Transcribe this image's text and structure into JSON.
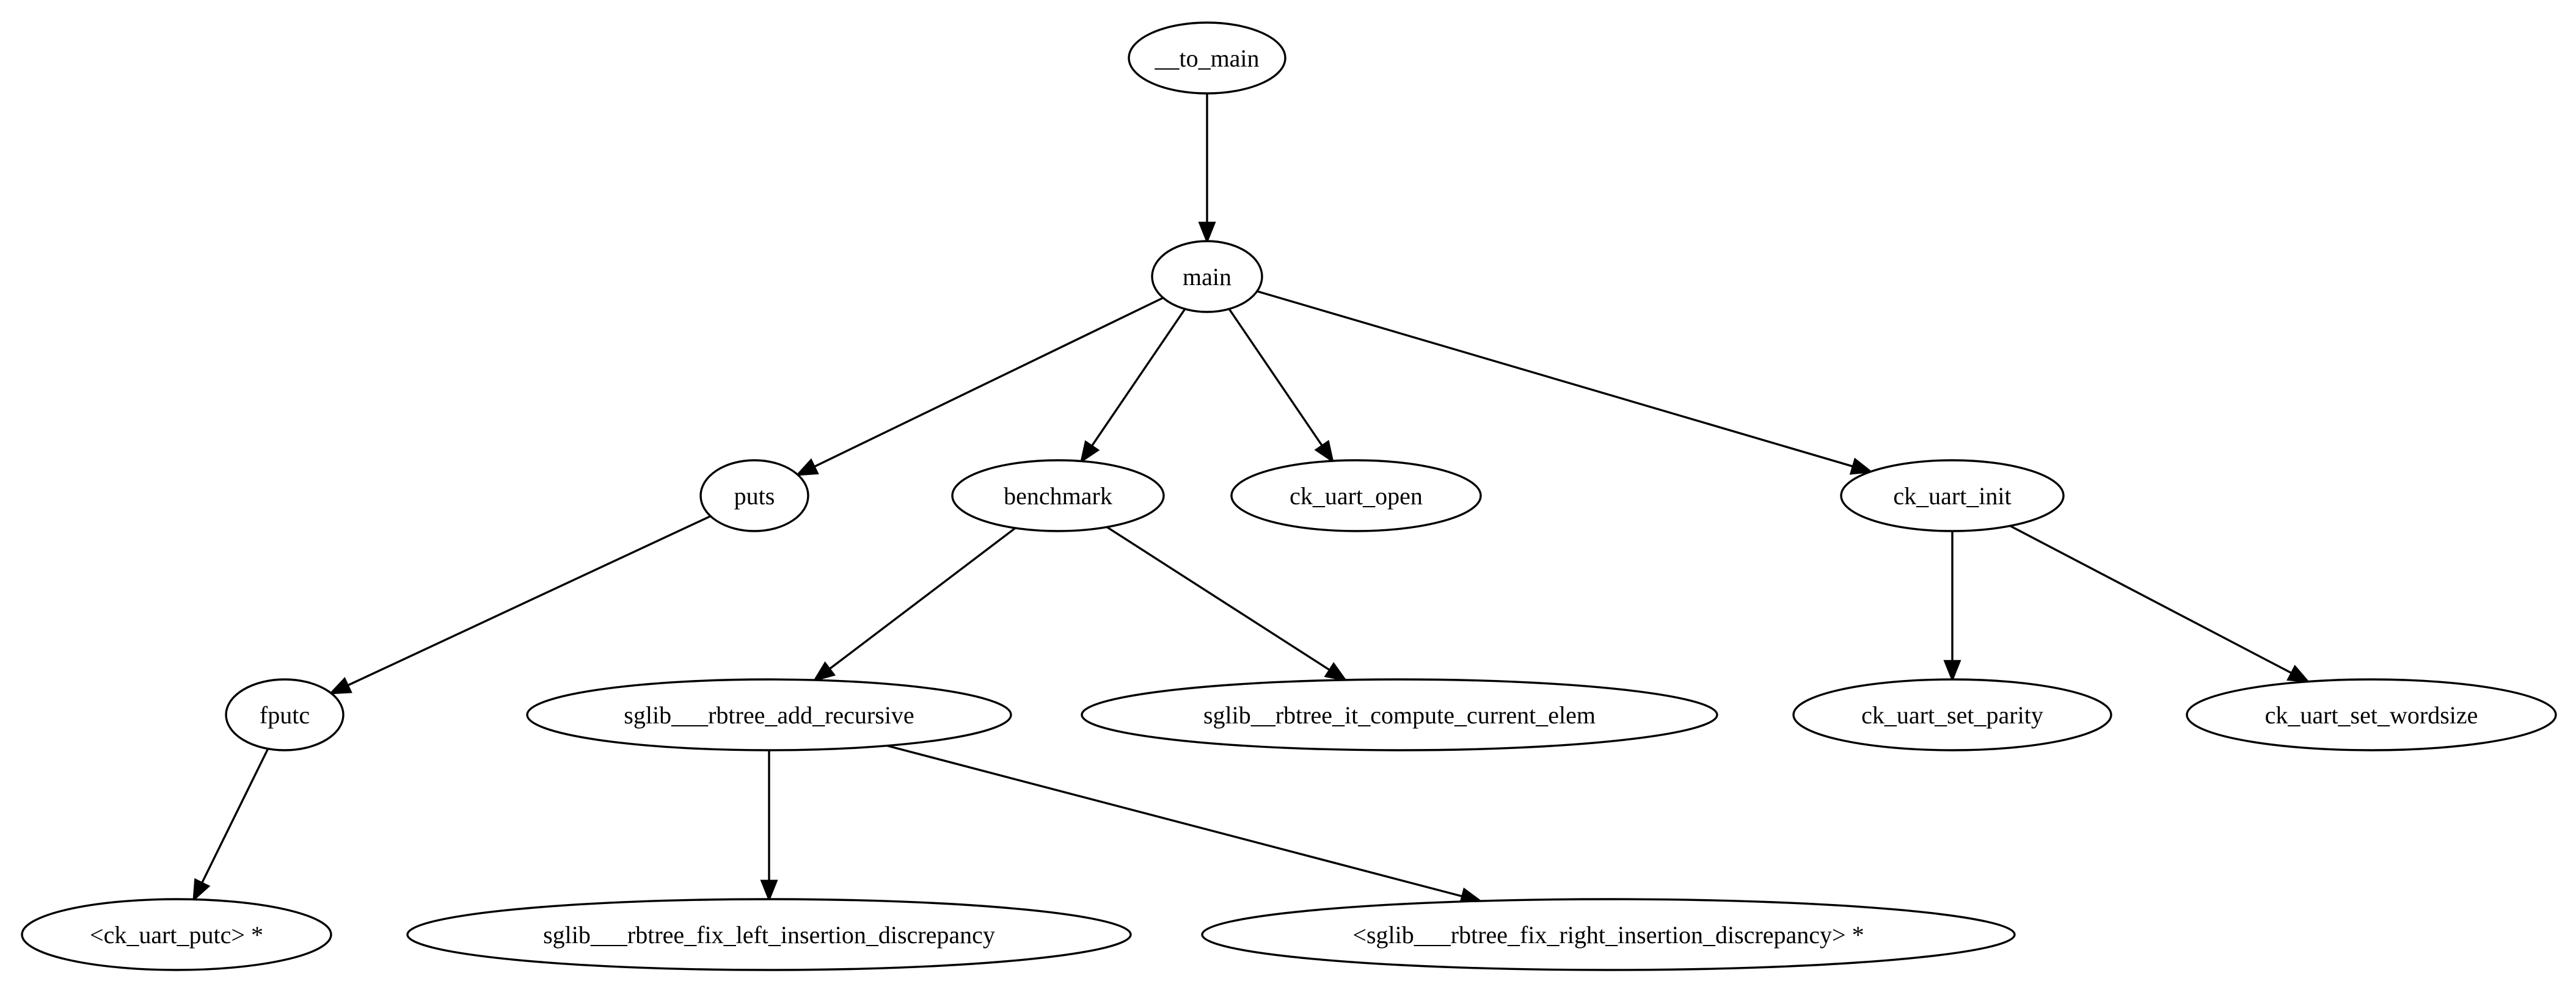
{
  "graph": {
    "nodes": [
      {
        "id": "to_main",
        "label": "__to_main"
      },
      {
        "id": "main",
        "label": "main"
      },
      {
        "id": "puts",
        "label": "puts"
      },
      {
        "id": "benchmark",
        "label": "benchmark"
      },
      {
        "id": "ck_uart_open",
        "label": "ck_uart_open"
      },
      {
        "id": "ck_uart_init",
        "label": "ck_uart_init"
      },
      {
        "id": "fputc",
        "label": "fputc"
      },
      {
        "id": "add_recursive",
        "label": "sglib___rbtree_add_recursive"
      },
      {
        "id": "compute_current_elem",
        "label": "sglib__rbtree_it_compute_current_elem"
      },
      {
        "id": "set_parity",
        "label": "ck_uart_set_parity"
      },
      {
        "id": "set_wordsize",
        "label": "ck_uart_set_wordsize"
      },
      {
        "id": "ck_uart_putc",
        "label": "<ck_uart_putc> *"
      },
      {
        "id": "fix_left",
        "label": "sglib___rbtree_fix_left_insertion_discrepancy"
      },
      {
        "id": "fix_right",
        "label": "<sglib___rbtree_fix_right_insertion_discrepancy> *"
      }
    ],
    "edges": [
      {
        "from": "to_main",
        "to": "main"
      },
      {
        "from": "main",
        "to": "puts"
      },
      {
        "from": "main",
        "to": "benchmark"
      },
      {
        "from": "main",
        "to": "ck_uart_open"
      },
      {
        "from": "main",
        "to": "ck_uart_init"
      },
      {
        "from": "puts",
        "to": "fputc"
      },
      {
        "from": "benchmark",
        "to": "add_recursive"
      },
      {
        "from": "benchmark",
        "to": "compute_current_elem"
      },
      {
        "from": "ck_uart_init",
        "to": "set_parity"
      },
      {
        "from": "ck_uart_init",
        "to": "set_wordsize"
      },
      {
        "from": "fputc",
        "to": "ck_uart_putc"
      },
      {
        "from": "add_recursive",
        "to": "fix_left"
      },
      {
        "from": "add_recursive",
        "to": "fix_right"
      }
    ]
  }
}
